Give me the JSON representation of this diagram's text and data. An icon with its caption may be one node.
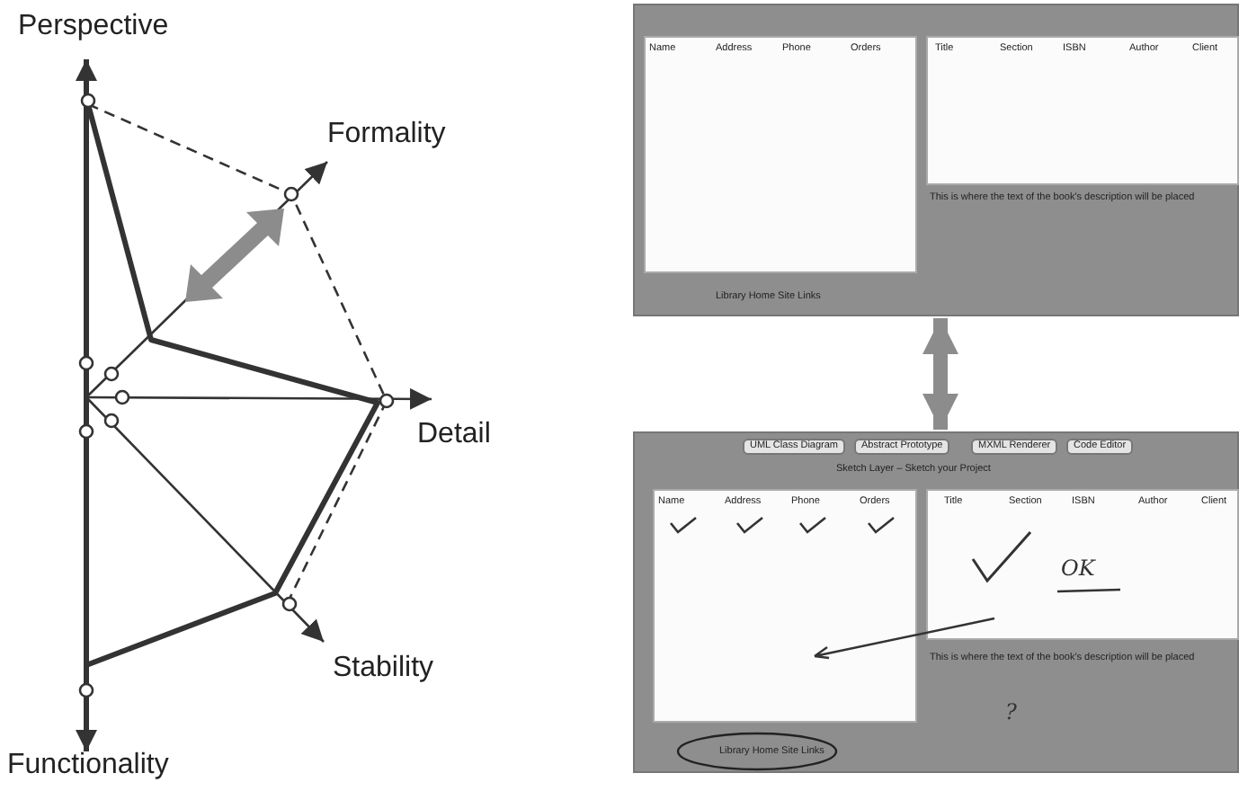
{
  "diagram": {
    "nodes": [
      {
        "text": [],
        "shape": "picture"
      },
      {
        "text": [],
        "shape": "picture"
      }
    ],
    "edges": [
      {
        "from": 0,
        "to": 1,
        "arrow": "both"
      }
    ],
    "labels": [
      "Perspective",
      "Formality",
      "Detail",
      "Stability",
      "Functionality",
      "Name",
      "Address",
      "Phone",
      "Orders",
      "Title",
      "Section",
      "ISBN",
      "Author",
      "Client",
      "This is where the text of the book's description will be placed",
      "Library Home Site Links",
      "UML Class Diagram",
      "Abstract Prototype",
      "MXML Renderer",
      "Code Editor",
      "Sketch Layer – Sketch your Project",
      "Name",
      "Address",
      "Phone",
      "Orders",
      "Title",
      "Section",
      "ISBN",
      "Author",
      "Client",
      "OK",
      "This is where the text of the book's description will be placed",
      "?",
      "Library Home Site Links"
    ]
  }
}
